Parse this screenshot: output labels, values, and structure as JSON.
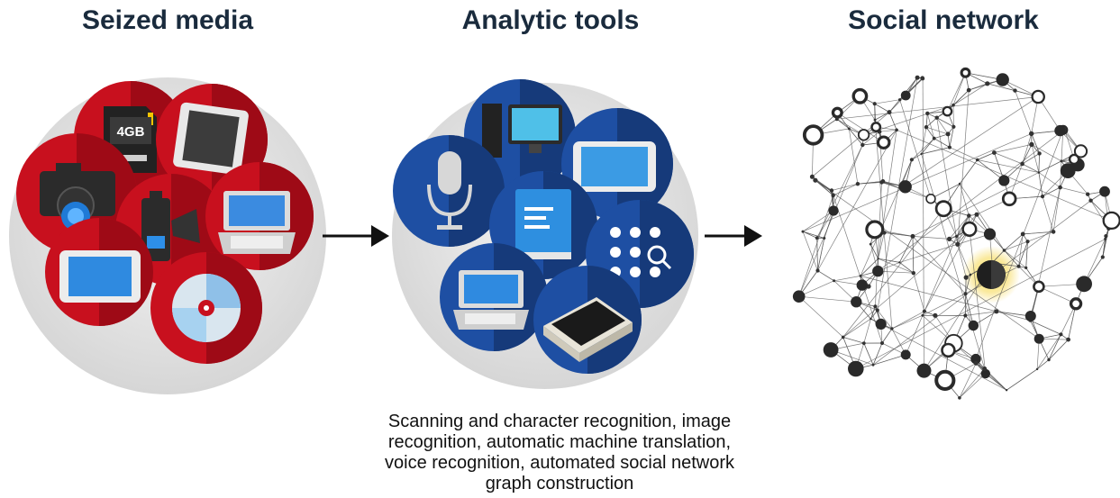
{
  "stages": [
    {
      "title": "Seized media"
    },
    {
      "title": "Analytic tools"
    },
    {
      "title": "Social network"
    }
  ],
  "media_items": {
    "sd_card_label": "4GB"
  },
  "icons": {
    "seized_media": [
      "sd-card-icon",
      "tablet-icon",
      "camera-icon",
      "camcorder-icon",
      "laptop-icon",
      "tablet-icon",
      "disc-icon"
    ],
    "analytic_tools": [
      "desktop-computer-icon",
      "microphone-icon",
      "tablet-icon",
      "book-icon",
      "keypad-search-icon",
      "laptop-icon",
      "scanner-icon"
    ]
  },
  "caption": {
    "lines": [
      "Scanning and character recognition, image",
      "recognition, automatic machine translation,",
      "voice recognition, automated social network",
      "graph construction"
    ]
  },
  "colors": {
    "media_red": "#c8101e",
    "tools_blue": "#1e4fa3",
    "highlight": "#f5d33a",
    "title": "#1a2b3d"
  }
}
